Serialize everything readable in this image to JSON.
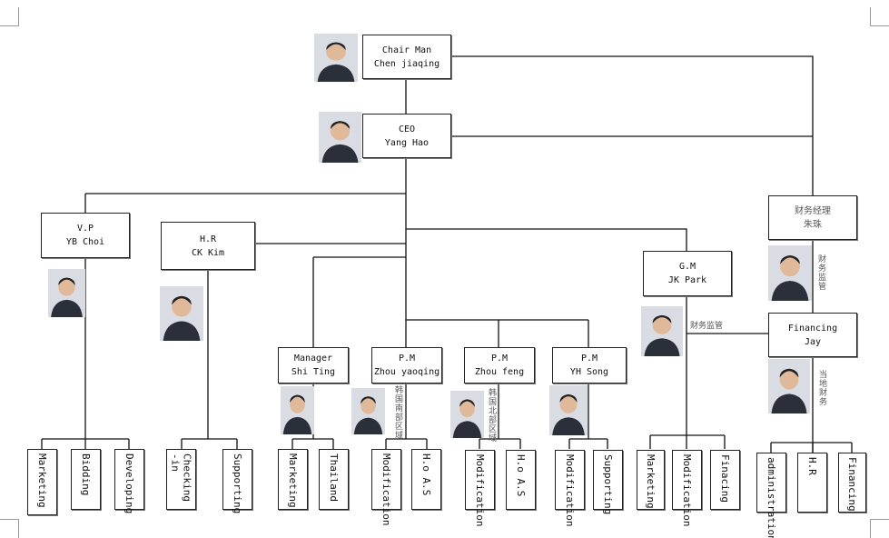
{
  "chairman": {
    "title": "Chair Man",
    "name": "Chen jiaqing"
  },
  "ceo": {
    "title": "CEO",
    "name": "Yang Hao"
  },
  "finance_manager": {
    "title": "财务经理",
    "name": "朱珠",
    "note": "财务监管"
  },
  "vp": {
    "title": "V.P",
    "name": "YB Choi",
    "units": [
      "Marketing",
      "Bidding",
      "Developing"
    ]
  },
  "hr": {
    "title": "H.R",
    "name": "CK Kim",
    "units": [
      "Checking\n-in",
      "Supporting"
    ]
  },
  "manager": {
    "title": "Manager",
    "name": "Shi Ting",
    "units": [
      "Marketing",
      "Thailand"
    ]
  },
  "pm1": {
    "title": "P.M",
    "name": "Zhou yaoqing",
    "region": "韩国南部区域",
    "units": [
      "Modification",
      "H.o A.S"
    ]
  },
  "pm2": {
    "title": "P.M",
    "name": "Zhou feng",
    "region": "韩国北部区域",
    "units": [
      "Modification",
      "H.o A.S"
    ]
  },
  "pm3": {
    "title": "P.M",
    "name": "YH Song",
    "units": [
      "Modification",
      "Supporting"
    ]
  },
  "gm": {
    "title": "G.M",
    "name": "JK Park",
    "note": "财务监管",
    "units": [
      "Marketing",
      "Modification",
      "Finacing"
    ]
  },
  "financing": {
    "title": "Financing",
    "name": "Jay",
    "note": "当地财务",
    "units": [
      "administration",
      "H.R",
      "Financing"
    ]
  },
  "colors": {
    "line": "#111111",
    "box_border": "#222222",
    "muted_text": "#555555"
  }
}
